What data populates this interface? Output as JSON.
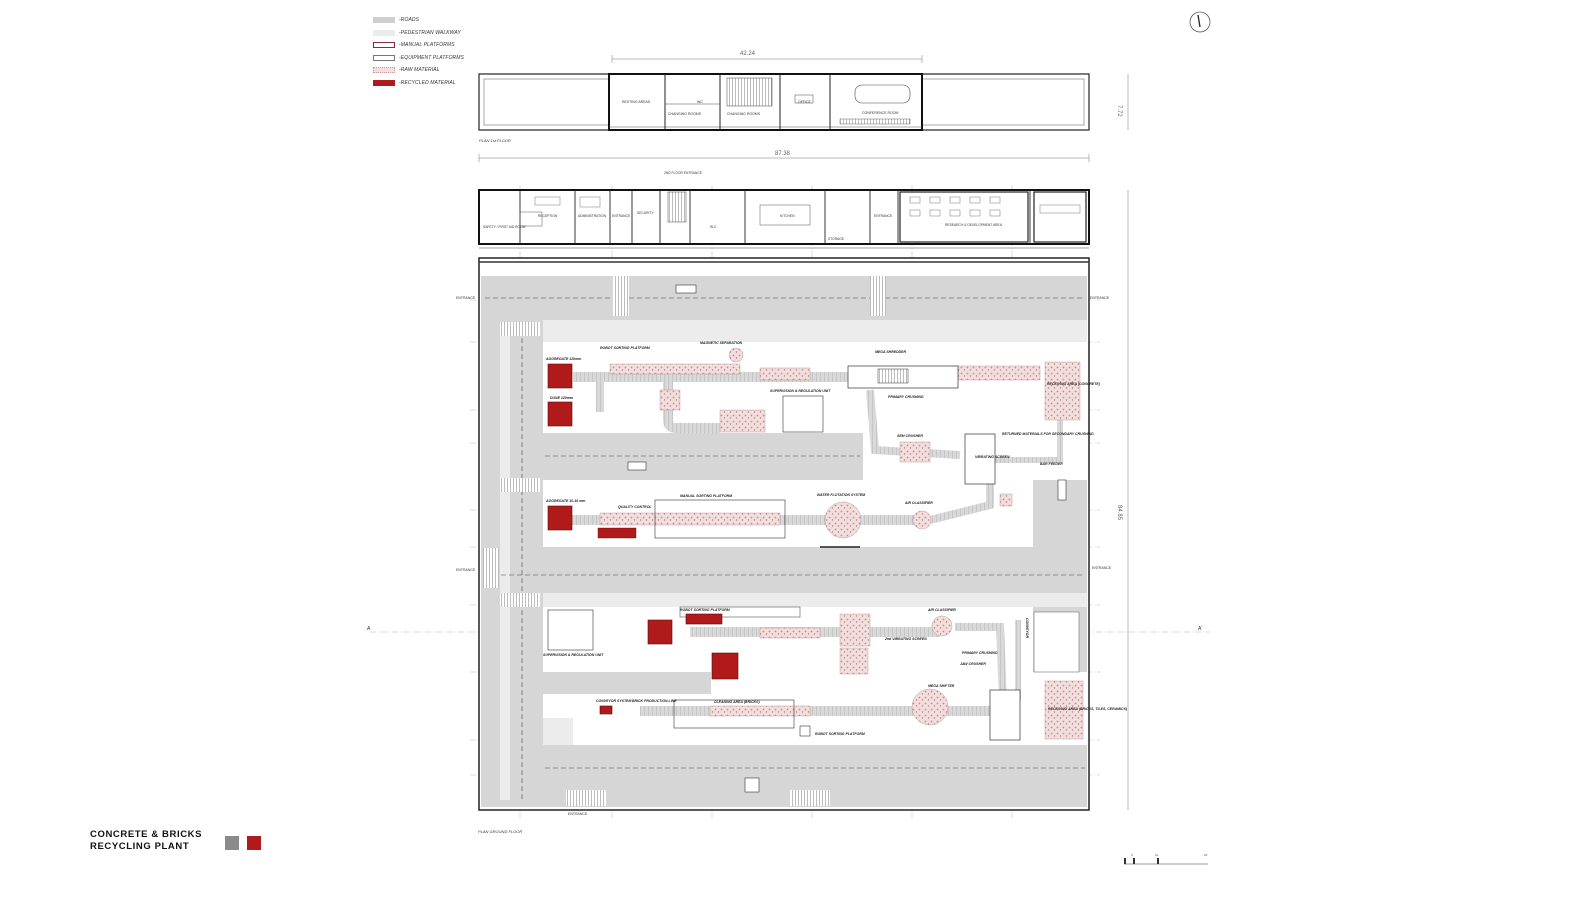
{
  "legend": {
    "items": [
      {
        "label": "-ROADS"
      },
      {
        "label": "-PEDESTRIAN WALKWAY"
      },
      {
        "label": "-MANUAL PLATFORMS"
      },
      {
        "label": "-EQUIPMENT PLATFORMS"
      },
      {
        "label": "-RAW MATERIAL"
      },
      {
        "label": "-RECYCLED MATERIAL"
      }
    ]
  },
  "title": {
    "line1": "CONCRETE & BRICKS",
    "line2": "RECYCLING PLANT"
  },
  "colors": {
    "recycled": "#b01a1a",
    "gray": "#8a8a8a",
    "road": "#d6d6d6",
    "walkway": "#ececec",
    "raw": "#e9c9c9"
  },
  "dimensions": {
    "upper_width": "42.24",
    "upper_height": "7.72",
    "ground_width": "87.38",
    "ground_height": "84.85"
  },
  "plans": {
    "first_floor": "PLAN 1st FLOOR",
    "ground_floor": "PLAN GROUND FLOOR"
  },
  "upper_rooms": {
    "resting": "RESTING AREAS",
    "changing": "CHANGING ROOMS",
    "changing2": "CHANGING ROOMS",
    "wc": "WC",
    "office": "OFFICE",
    "conference": "CONFERENCE ROOM"
  },
  "ground_rooms": {
    "safety": "SAFETY / FIRST AID ROOM",
    "reception": "RECEPTION",
    "administration": "ADMINISTRATION",
    "entrance_a": "ENTRANCE",
    "security": "SECURITY",
    "floor2": "2ND FLOOR ENTRANCE",
    "wc": "W.C.",
    "kitchen": "KITCHEN",
    "storage": "STORAGE",
    "entrance_b": "ENTRANCE",
    "research": "RESEARCH & DEVELOPMENT AREA"
  },
  "entrances": {
    "left_top": "ENTRANCE",
    "right_top": "ENTRANCE",
    "left_mid": "ENTRANCE",
    "right_mid": "ENTRANCE",
    "bottom": "ENTRANCE"
  },
  "section_marks": {
    "left": "A",
    "right": "A'"
  },
  "machines_top": {
    "aggregate": "AGGREGATE 120mm",
    "robot_sorting": "ROBOT SORTING PLATFORM",
    "magnetic": "MAGNETIC SEPARATION",
    "mega_shredder": "MEGA SHREDDER",
    "supervision": "SUPERVISION & REGULATION UNIT",
    "primary_crushing": "PRIMARY CRUSHING",
    "receiving": "RECEIVING AREA (CONCRETE)",
    "dune_cover": "DUNE 120mm",
    "sem_crusher": "SEM CRUSHER",
    "screening": "VIBRATING SCREEN",
    "returned": "RETURNED MATERIALS FOR SECONDARY CRUSHING",
    "bar_feeder": "BAR FEEDER",
    "aggregate2": "AGGREGATE 10-16 mm",
    "quality": "QUALITY CONTROL",
    "manual_sorting": "MANUAL SORTING PLATFORM",
    "water_flotation": "WATER FLOTATION SYSTEM",
    "air_classifier": "AIR CLASSIFIER"
  },
  "machines_bottom": {
    "robot_sorting": "ROBOT SORTING PLATFORM",
    "air_classifier": "AIR CLASSIFIER",
    "vibrating": "2nd VIBRATING SCREEN",
    "supervision": "SUPERVISION & REGULATION UNIT",
    "primary_crushing": "PRIMARY CRUSHING",
    "jaw_crusher": "JAW CRUSHER",
    "conveyor": "CONVEYOR SYSTEM",
    "brick_line": "BRICK PRODUCTION LINE",
    "cleaning": "CLEANING AREA (BRICKS)",
    "robot_sorting2": "ROBOT SORTING PLATFORM",
    "mega_shifter": "MEGA SHIFTER",
    "receiving": "RECEIVING AREA (BRICKS, TILES, CERAMICS)",
    "conveyor_v": "CONVEYOR"
  },
  "scale_bar": {
    "t0": "0",
    "t1": "10",
    "t2": "20"
  }
}
